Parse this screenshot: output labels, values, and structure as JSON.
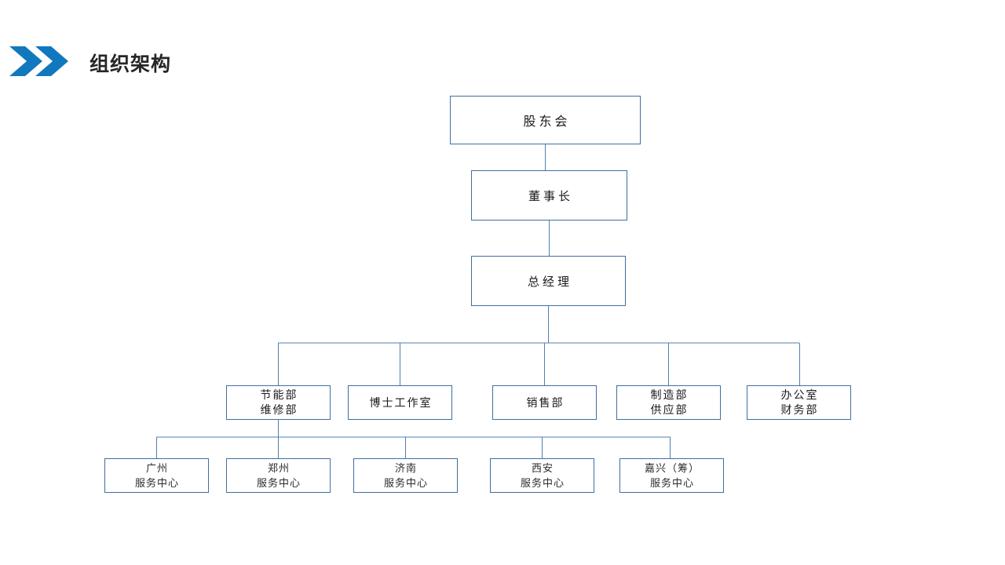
{
  "header": {
    "title": "组织架构",
    "chevron_icon": "double-chevron-right-icon",
    "accent_color": "#1278be",
    "title_color": "#262626"
  },
  "theme": {
    "node_border_color": "#3f6f9f",
    "connector_color": "#4f7fb0",
    "node_fill": "#ffffff",
    "page_background": "#ffffff"
  },
  "chart_data": {
    "type": "diagram",
    "diagram_kind": "organization-chart",
    "title": "组织架构",
    "orientation": "top-down",
    "levels": [
      {
        "level": 1,
        "nodes": [
          {
            "id": "shareholders",
            "lines": [
              "股东会"
            ]
          }
        ]
      },
      {
        "level": 2,
        "nodes": [
          {
            "id": "chairman",
            "lines": [
              "董事长"
            ]
          }
        ]
      },
      {
        "level": 3,
        "nodes": [
          {
            "id": "general-manager",
            "lines": [
              "总经理"
            ]
          }
        ]
      },
      {
        "level": 4,
        "nodes": [
          {
            "id": "energy-maintenance",
            "lines": [
              "节能部",
              "维修部"
            ]
          },
          {
            "id": "doctoral-studio",
            "lines": [
              "博士工作室"
            ]
          },
          {
            "id": "sales",
            "lines": [
              "销售部"
            ]
          },
          {
            "id": "manufacturing-supply",
            "lines": [
              "制造部",
              "供应部"
            ]
          },
          {
            "id": "office-finance",
            "lines": [
              "办公室",
              "财务部"
            ]
          }
        ]
      },
      {
        "level": 5,
        "nodes": [
          {
            "id": "guangzhou-center",
            "lines": [
              "广州",
              "服务中心"
            ]
          },
          {
            "id": "zhengzhou-center",
            "lines": [
              "郑州",
              "服务中心"
            ]
          },
          {
            "id": "jinan-center",
            "lines": [
              "济南",
              "服务中心"
            ]
          },
          {
            "id": "xian-center",
            "lines": [
              "西安",
              "服务中心"
            ]
          },
          {
            "id": "jiaxing-center",
            "lines": [
              "嘉兴（筹）",
              "服务中心"
            ]
          }
        ]
      }
    ],
    "edges": [
      {
        "from": "shareholders",
        "to": "chairman"
      },
      {
        "from": "chairman",
        "to": "general-manager"
      },
      {
        "from": "general-manager",
        "to": "energy-maintenance"
      },
      {
        "from": "general-manager",
        "to": "doctoral-studio"
      },
      {
        "from": "general-manager",
        "to": "sales"
      },
      {
        "from": "general-manager",
        "to": "manufacturing-supply"
      },
      {
        "from": "general-manager",
        "to": "office-finance"
      },
      {
        "from": "energy-maintenance",
        "to": "guangzhou-center"
      },
      {
        "from": "energy-maintenance",
        "to": "zhengzhou-center"
      },
      {
        "from": "energy-maintenance",
        "to": "jinan-center"
      },
      {
        "from": "energy-maintenance",
        "to": "xian-center"
      },
      {
        "from": "energy-maintenance",
        "to": "jiaxing-center"
      }
    ]
  }
}
